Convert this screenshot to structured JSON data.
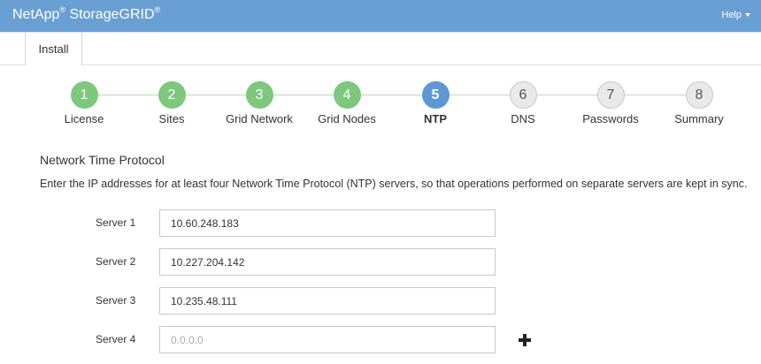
{
  "header": {
    "brand_main": "NetApp",
    "brand_reg1": "®",
    "brand_product": " StorageGRID",
    "brand_reg2": "®",
    "help_label": "Help"
  },
  "subnav": {
    "tab_label": "Install"
  },
  "wizard": {
    "steps": [
      {
        "num": "1",
        "label": "License",
        "state": "done"
      },
      {
        "num": "2",
        "label": "Sites",
        "state": "done"
      },
      {
        "num": "3",
        "label": "Grid Network",
        "state": "done"
      },
      {
        "num": "4",
        "label": "Grid Nodes",
        "state": "done"
      },
      {
        "num": "5",
        "label": "NTP",
        "state": "active"
      },
      {
        "num": "6",
        "label": "DNS",
        "state": "pending"
      },
      {
        "num": "7",
        "label": "Passwords",
        "state": "pending"
      },
      {
        "num": "8",
        "label": "Summary",
        "state": "pending"
      }
    ]
  },
  "ntp": {
    "title": "Network Time Protocol",
    "description": "Enter the IP addresses for at least four Network Time Protocol (NTP) servers, so that operations performed on separate servers are kept in sync.",
    "servers": [
      {
        "label": "Server 1",
        "value": "10.60.248.183",
        "placeholder": ""
      },
      {
        "label": "Server 2",
        "value": "10.227.204.142",
        "placeholder": ""
      },
      {
        "label": "Server 3",
        "value": "10.235.48.111",
        "placeholder": ""
      },
      {
        "label": "Server 4",
        "value": "",
        "placeholder": "0.0.0.0"
      }
    ],
    "add_icon": "plus-icon"
  },
  "colors": {
    "header_bg": "#6a9fd4",
    "step_done": "#7dc87d",
    "step_active": "#5f97d3",
    "step_pending": "#e9e9e9"
  }
}
